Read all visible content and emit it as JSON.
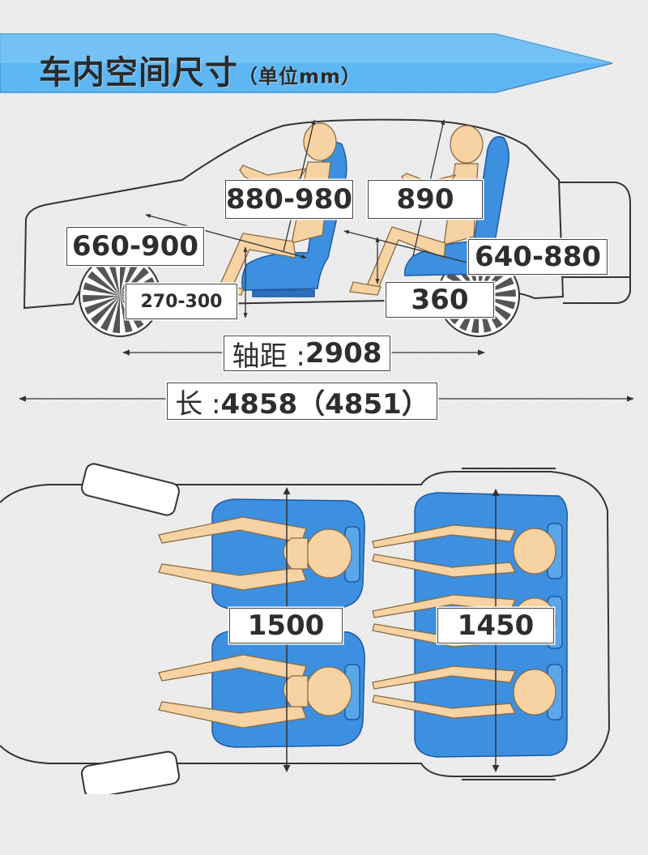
{
  "title": {
    "main": "车内空间尺寸",
    "open_paren": "（",
    "unit": "单位mm",
    "close_paren": "）"
  },
  "side_view": {
    "front_headroom": "880-980",
    "rear_headroom": "890",
    "front_legroom": "660-900",
    "rear_legroom": "640-880",
    "front_seat_height": "270-300",
    "rear_knee_room": "360",
    "wheelbase_label": "轴距 :",
    "wheelbase_value": "2908",
    "length_label": "长 :",
    "length_value": "4858（4851）"
  },
  "top_view": {
    "front_shoulder_width": "1500",
    "rear_shoulder_width": "1450"
  },
  "colors": {
    "banner": "#5eb6f2",
    "seat": "#3d8fe0",
    "body_skin": "#f7d3a4",
    "outline": "#333333"
  }
}
